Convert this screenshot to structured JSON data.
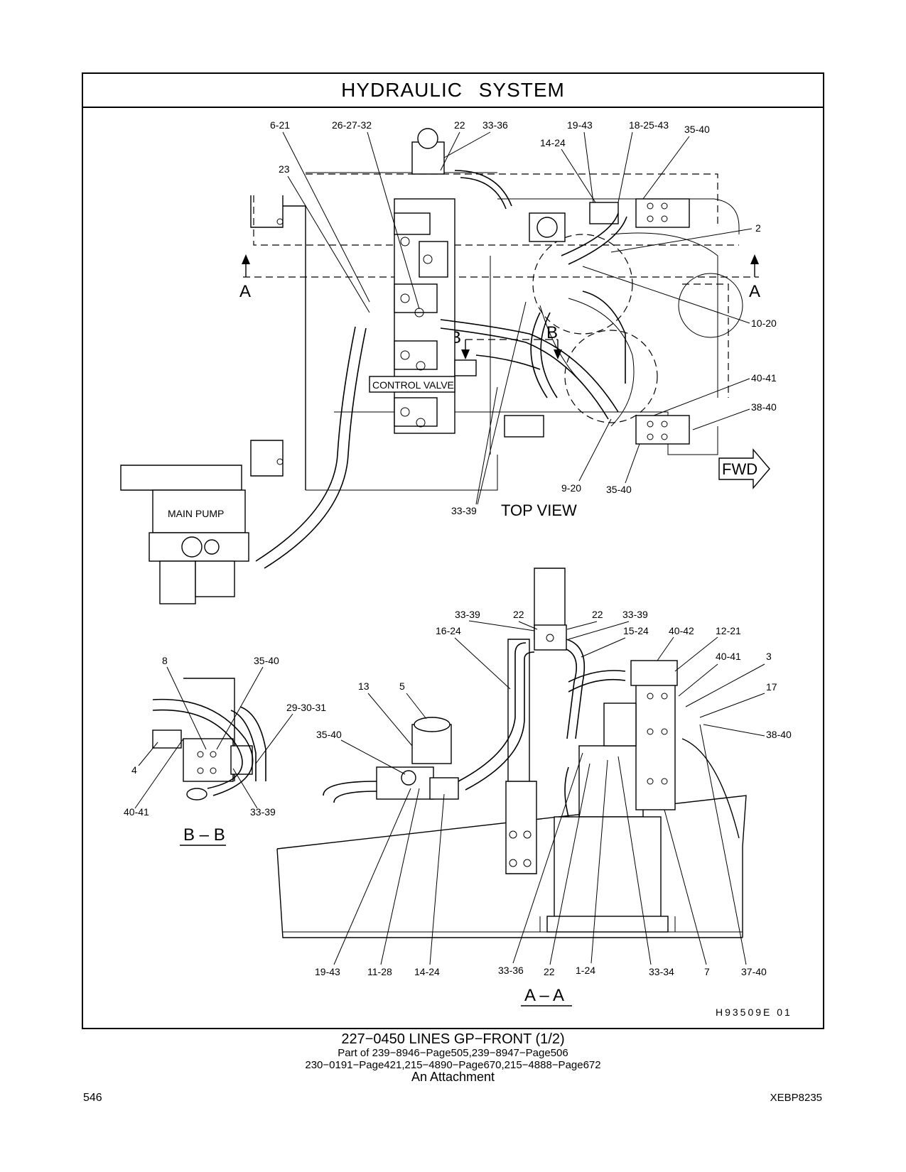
{
  "title": "HYDRAULIC SYSTEM",
  "drawing_id": "H93509E 01",
  "views": {
    "top_view": "TOP VIEW",
    "section_aa": "A – A",
    "section_bb": "B – B",
    "section_a_letter": "A",
    "section_b_letter": "B"
  },
  "component_labels": {
    "control_valve": "CONTROL VALVE",
    "main_pump": "MAIN PUMP",
    "fwd": "FWD"
  },
  "callouts": {
    "top": [
      "6-21",
      "26-27-32",
      "22",
      "33-36",
      "19-43",
      "18-25-43",
      "35-40",
      "14-24",
      "23",
      "2",
      "10-20",
      "40-41",
      "38-40",
      "9-20",
      "35-40",
      "33-39"
    ],
    "aa": [
      "33-39",
      "22",
      "22",
      "33-39",
      "16-24",
      "15-24",
      "40-42",
      "12-21",
      "40-41",
      "3",
      "17",
      "38-40",
      "13",
      "5",
      "35-40",
      "19-43",
      "11-28",
      "14-24",
      "33-36",
      "22",
      "1-24",
      "33-34",
      "7",
      "37-40"
    ],
    "bb": [
      "8",
      "35-40",
      "29-30-31",
      "4",
      "40-41",
      "33-39"
    ]
  },
  "caption": {
    "line1": "227−0450   LINES  GP−FRONT (1/2)",
    "line2": "Part of 239−8946−Page505,239−8947−Page506",
    "line3": "230−0191−Page421,215−4890−Page670,215−4888−Page672",
    "line4": "An Attachment"
  },
  "footer": {
    "page_number": "546",
    "doc_id": "XEBP8235"
  }
}
